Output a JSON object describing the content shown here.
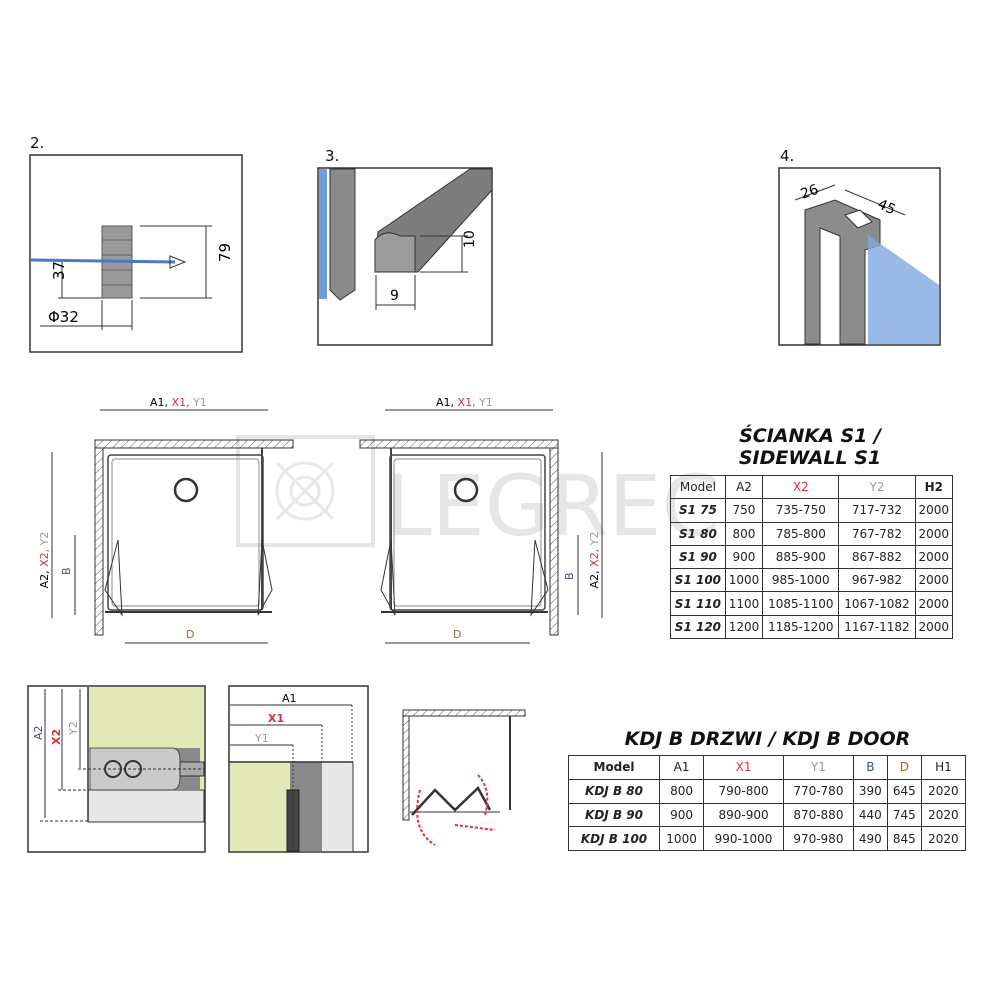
{
  "watermark": "LEGREC",
  "detail2": {
    "label": "2.",
    "dim_height": "79",
    "dim_offset": "37",
    "dim_diameter": "Φ32"
  },
  "detail3": {
    "label": "3.",
    "dim_height": "10",
    "dim_width": "9"
  },
  "detail4": {
    "label": "4.",
    "dim_depth": "26",
    "dim_width": "45"
  },
  "plan_left": {
    "top_dim": [
      "A1, ",
      "X1, ",
      "Y1"
    ],
    "side_dim": [
      "A2, ",
      "X2, ",
      "Y2"
    ],
    "b_dim": "B",
    "d_dim": "D"
  },
  "plan_right": {
    "top_dim": [
      "A1, ",
      "X1, ",
      "Y1"
    ],
    "side_dim": [
      "A2, ",
      "X2, ",
      "Y2"
    ],
    "b_dim": "B",
    "d_dim": "D"
  },
  "detail_wall": {
    "a2": "A2",
    "x2": "X2",
    "y2": "Y2"
  },
  "detail_door": {
    "a1": "A1",
    "x1": "X1",
    "y1": "Y1"
  },
  "colors": {
    "x": "#d6303a",
    "y": "#9a9a9a",
    "b": "#3b4a9a",
    "d": "#a0663a",
    "glass": "#6f9ddb",
    "wall": "#e3e8b8"
  },
  "sidewall_table": {
    "title_line1": "ŚCIANKA S1 /",
    "title_line2": "SIDEWALL S1",
    "headers": [
      "Model",
      "A2",
      "X2",
      "Y2",
      "H2"
    ],
    "rows": [
      [
        "S1 75",
        "750",
        "735-750",
        "717-732",
        "2000"
      ],
      [
        "S1 80",
        "800",
        "785-800",
        "767-782",
        "2000"
      ],
      [
        "S1 90",
        "900",
        "885-900",
        "867-882",
        "2000"
      ],
      [
        "S1 100",
        "1000",
        "985-1000",
        "967-982",
        "2000"
      ],
      [
        "S1 110",
        "1100",
        "1085-1100",
        "1067-1082",
        "2000"
      ],
      [
        "S1 120",
        "1200",
        "1185-1200",
        "1167-1182",
        "2000"
      ]
    ]
  },
  "door_table": {
    "title": "KDJ B DRZWI / KDJ B DOOR",
    "headers": [
      "Model",
      "A1",
      "X1",
      "Y1",
      "B",
      "D",
      "H1"
    ],
    "rows": [
      [
        "KDJ B 80",
        "800",
        "790-800",
        "770-780",
        "390",
        "645",
        "2020"
      ],
      [
        "KDJ B 90",
        "900",
        "890-900",
        "870-880",
        "440",
        "745",
        "2020"
      ],
      [
        "KDJ B 100",
        "1000",
        "990-1000",
        "970-980",
        "490",
        "845",
        "2020"
      ]
    ]
  }
}
